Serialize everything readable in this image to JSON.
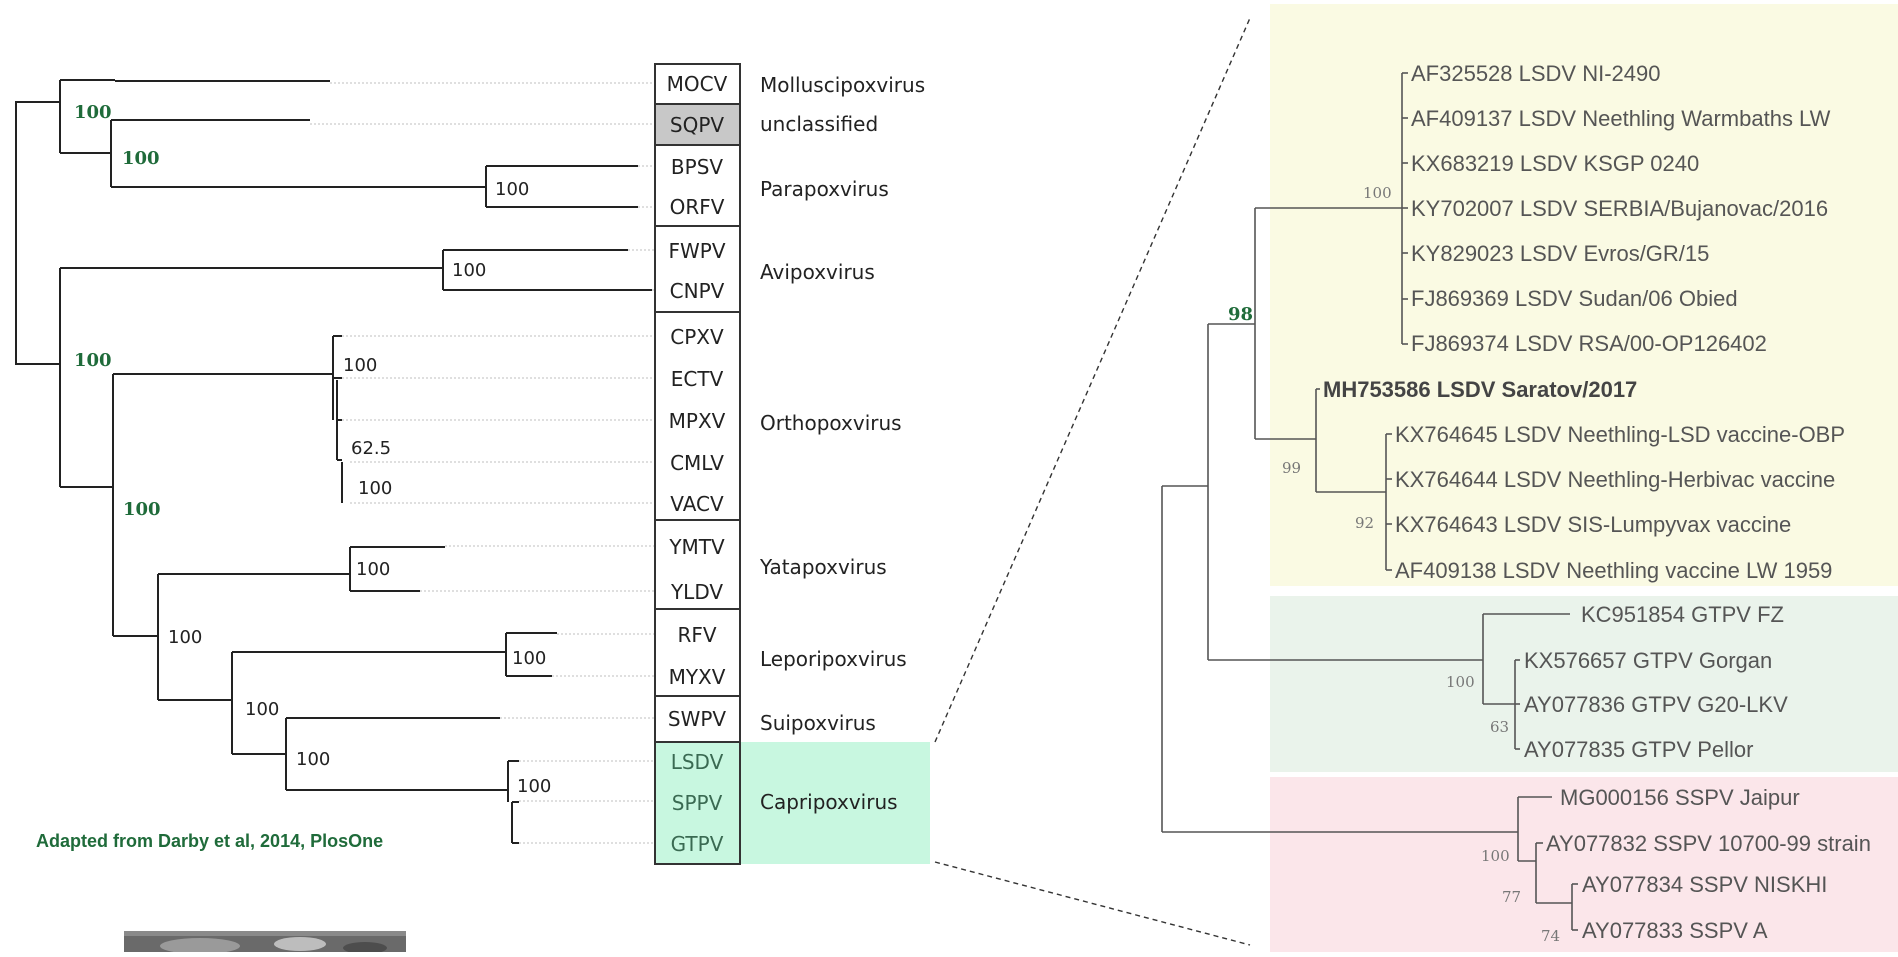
{
  "left_tree": {
    "taxa": [
      {
        "abbr": "MOCV",
        "genus": "Molluscipoxvirus"
      },
      {
        "abbr": "SQPV",
        "genus": "unclassified"
      },
      {
        "abbr": "BPSV",
        "genus": ""
      },
      {
        "abbr": "ORFV",
        "genus": "Parapoxvirus"
      },
      {
        "abbr": "FWPV",
        "genus": ""
      },
      {
        "abbr": "CNPV",
        "genus": "Avipoxvirus"
      },
      {
        "abbr": "CPXV",
        "genus": ""
      },
      {
        "abbr": "ECTV",
        "genus": ""
      },
      {
        "abbr": "MPXV",
        "genus": "Orthopoxvirus"
      },
      {
        "abbr": "CMLV",
        "genus": ""
      },
      {
        "abbr": "VACV",
        "genus": ""
      },
      {
        "abbr": "YMTV",
        "genus": ""
      },
      {
        "abbr": "YLDV",
        "genus": "Yatapoxvirus"
      },
      {
        "abbr": "RFV",
        "genus": ""
      },
      {
        "abbr": "MYXV",
        "genus": "Leporipoxvirus"
      },
      {
        "abbr": "SWPV",
        "genus": "Suipoxvirus"
      },
      {
        "abbr": "LSDV",
        "genus": ""
      },
      {
        "abbr": "SPPV",
        "genus": "Capripoxvirus"
      },
      {
        "abbr": "GTPV",
        "genus": ""
      }
    ],
    "bootstrap_black": [
      "100",
      "100",
      "100",
      "62.5",
      "100",
      "100",
      "100",
      "100",
      "100",
      "100",
      "100"
    ],
    "bootstrap_green": [
      "100",
      "100",
      "100",
      "100"
    ],
    "credit": "Adapted from Darby et al, 2014, PlosOne",
    "colors": {
      "green_label": "#1f6b3a",
      "capripox_highlight": "#c8f7e0",
      "sqpv_fill": "#c8c8c8"
    }
  },
  "right_tree": {
    "lsdv_leaves": [
      "AF325528 LSDV NI-2490",
      "AF409137 LSDV  Neethling Warmbaths LW",
      "KX683219 LSDV KSGP 0240",
      "KY702007 LSDV SERBIA/Bujanovac/2016",
      "KY829023 LSDV Evros/GR/15",
      "FJ869369 LSDV Sudan/06 Obied",
      "FJ869374 LSDV RSA/00-OP126402",
      "MH753586 LSDV Saratov/2017",
      "KX764645 LSDV Neethling-LSD vaccine-OBP",
      "KX764644 LSDV Neethling-Herbivac vaccine",
      "KX764643 LSDV SIS-Lumpyvax vaccine",
      "AF409138 LSDV Neethling vaccine LW 1959"
    ],
    "gtpv_leaves": [
      "KC951854 GTPV FZ",
      "KX576657 GTPV Gorgan",
      "AY077836 GTPV G20-LKV",
      "AY077835 GTPV Pellor"
    ],
    "sppv_leaves": [
      "MG000156 SSPV Jaipur",
      "AY077832 SSPV 10700-99 strain",
      "AY077834 SSPV NISKHI",
      "AY077833 SSPV A"
    ],
    "bootstrap": {
      "lsdv_main": "100",
      "saratov": "99",
      "vaccine": "92",
      "gtpv": "100",
      "gtpv_sub": "63",
      "sppv": "100",
      "sppv_sub": "77",
      "sppv_sub2": "74"
    },
    "bootstrap_green": "98",
    "colors": {
      "lsdv_bg": "#fafae3",
      "gtpv_bg": "#eaf3eb",
      "sppv_bg": "#fbe6ea"
    }
  }
}
